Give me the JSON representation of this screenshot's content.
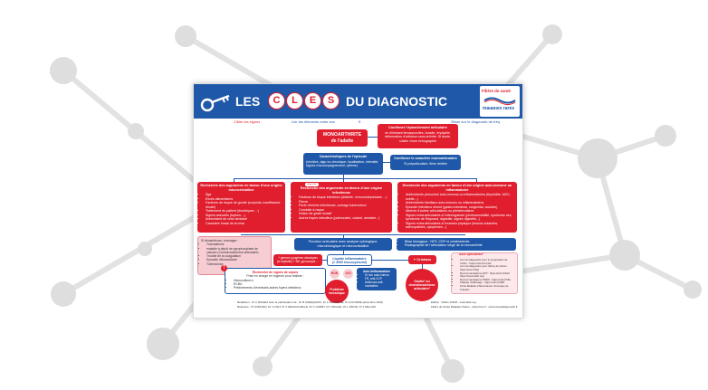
{
  "header": {
    "les": "LES",
    "letters": [
      "C",
      "L",
      "E",
      "S"
    ],
    "du_diagnostic": "DU DIAGNOSTIC",
    "logo_line1": "Filière de santé",
    "logo_line2": "maladies rares",
    "cibler": "Cibler les signes",
    "lier": "Lier les éléments entre eux",
    "e_label": "E",
    "situer": "Situer sur le diagnostic de fréq"
  },
  "top": {
    "mono_title": "MONOARTHRITE",
    "mono_sub": "de l'adulte",
    "confirm_title": "Confirmer l'épanchement articulaire",
    "confirm_text": "en éliminant ténosynovites, bursite, érysipèle, déformation d'arthrose sans arthrite. Si doute, s'aider d'une échographie"
  },
  "second": {
    "carac_title": "Caractéristiques de l'épisode",
    "carac_text": "(récidive, aigu ou chronique, localisation, intensité, signes d'accompagnement, rythme)",
    "mono_confirm_title": "Confirmer le caractère monoarticulaire",
    "mono_confirm_text": "Si polyarticulaire, fiche dédiée"
  },
  "branches": {
    "micro": {
      "title": "Recherche des arguments en faveur d'une origine microcristalline",
      "items": [
        "Âge",
        "Excès alimentaires",
        "Facteurs de risque de goutte (surpoids, insuffisance rénale)",
        "Traitement du patient (diurétiques ...)",
        "Signes associés (tophus ...)",
        "Antécédent de crise similaire",
        "Caractère brutal de la crise"
      ]
    },
    "infect": {
      "badge": "urgence",
      "title": "Recherche des arguments en faveur d'une origine infectieuse",
      "items": [
        "Facteurs de risque infectieux (diabète, immunodépression ...)",
        "Fièvre",
        "Porte d'entrée infectieuse, contage tuberculeux",
        "Conduite à risque",
        "Notion de geste invasif",
        "Autres foyers infectieux (pulmonaire, cutané, dentaire...)"
      ]
    },
    "auto": {
      "title": "Recherche des arguments en faveur d'une origine auto-immune ou inflammatoire",
      "items": [
        "Antécédents personnel auto-immuns ou inflammatoires (thyroïdite, MICI, uvéite...)",
        "Antécédents familiaux auto-immuns ou inflammatoires",
        "Episode infectieux récent (gastro-intestinal, urogénital, oculaire)",
        "Atteinte d'autres articulations ou périarticulaires",
        "Signes extra-articulaires à l'interrogatoire (photosensibilité, syndrome sec, syndrome de Raynaud, digestifs, signes digestifs...)",
        "Signes extra-articulaires à l'examen physique (lésions cutanées, adénopathies, cytopénies...)"
      ]
    }
  },
  "pink_left": {
    "items": [
      "Si hémarthrose, envisager :",
      "Traumatisme",
      "maladie à dépôt de pyrophosphate de calcium (Chondrocalcinose articulaire)",
      "Trouble de la coagulation",
      "Synovite villonodulaire",
      "Tuberculose"
    ]
  },
  "ponction": {
    "text": "Ponction articulaire avec analyse cytologique, microbiologique et microcristalline"
  },
  "bilan": {
    "items": [
      "Bilan biologique : NFS, CRP et créatininémie",
      "Radiographie de l'articulation siège de la monoarthrite"
    ]
  },
  "avis": {
    "title": "Avis spécialisé*",
    "items": [
      "Lien du diagnostic pour le propriétaire de l'arbre : https://urls.fr/LCH4",
      "Lien du diagnostic pour l'arbre de l'arbre : https://urls.fr/Nyl",
      "Recommandations ETP : https://urls.fr/A23",
      "https://www.fai2r.org/",
      "Recommandations PNDS : https://urls.fr/i5s",
      "Tableau d'affichage : https://urls.fr/ABT",
      "Fiche Maladie inflammatoire chronique de l'intestin"
    ]
  },
  "liquide": {
    "title": "Liquide inflammatoire",
    "sub": "(> 2000 leucocytes/ml)"
  },
  "germes": {
    "text": "+ germes pyogènes classiques (si septicite) + BK, gonocoque ..."
  },
  "sepsis": {
    "title": "Recherche de signes de sepsis",
    "sub": "Prise en charge en urgence pour réaliser :",
    "items": [
      "Hémoculture.s",
      "ECBU",
      "Prélèvements d'éventuels autres foyers infectieux"
    ]
  },
  "circles": {
    "probleme": "Problème mécanique",
    "non_red": "NON",
    "oui_red": "OUI",
    "cristaux": "+ Cristaux",
    "goutte": "Goutte* ou chondrocalcinose articulaire*"
  },
  "auto_box": {
    "title": "Auto-/Inflammatoire",
    "items": [
      "Si non auto-immun",
      "FR, anti-CCP",
      "Anticorps anti-nucléaires"
    ]
  },
  "footer": {
    "line1": "Rédaction : Pr C RICHEZ avec la participation de : Dr B CHERQAOUI, Dr C DELIMONE, Dr A FILTERE (décembre 2022)",
    "line2": "Relecture : Pr M BAYEN, Dr J CLET, Pr V DEVAUCHELLE, Dr C HUDRY, Dr I MIGUEL, Dr L ROUSI, Pr J SELLAM",
    "right1": "Edition : Filière FAI2R - www.fai2r.org",
    "right2": "Filière de Santé Maladies Rares - www.fsmr.fr - www.clesdudiagnostic.fr"
  },
  "colors": {
    "blue": "#1f58a8",
    "red": "#e01e2e",
    "pink": "#f6cdd3",
    "gray_bg": "#e7e7e7"
  }
}
